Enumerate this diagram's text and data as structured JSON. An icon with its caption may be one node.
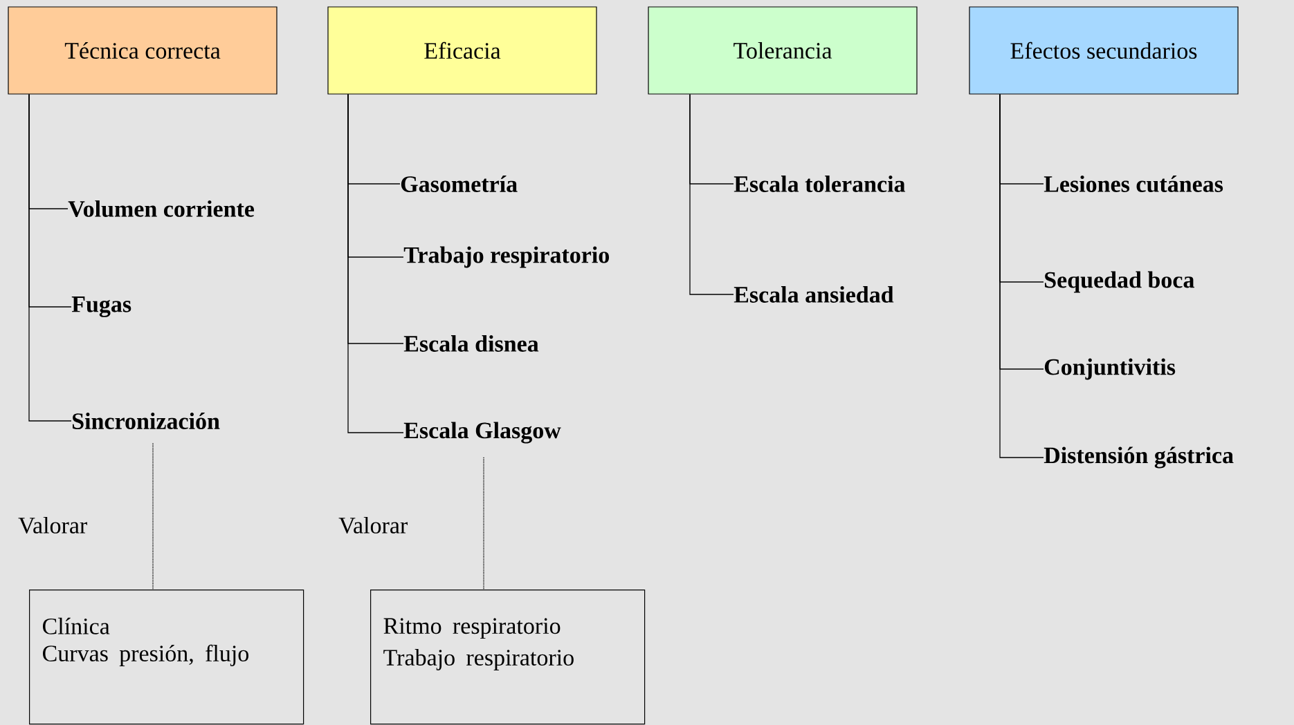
{
  "diagram": {
    "nodes": [
      {
        "text": [
          "Técnica correcta"
        ]
      },
      {
        "text": [
          "Eficacia"
        ]
      },
      {
        "text": [
          "Tolerancia"
        ]
      },
      {
        "text": [
          "Efectos secundarios"
        ]
      },
      {
        "text": [
          "Volumen corriente"
        ]
      },
      {
        "text": [
          "Fugas"
        ]
      },
      {
        "text": [
          "Sincronización"
        ]
      },
      {
        "text": [
          "Gasometría"
        ]
      },
      {
        "text": [
          "Trabajo respiratorio"
        ]
      },
      {
        "text": [
          "Escala disnea"
        ]
      },
      {
        "text": [
          "Escala Glasgow"
        ]
      },
      {
        "text": [
          "Escala tolerancia"
        ]
      },
      {
        "text": [
          "Escala ansiedad"
        ]
      },
      {
        "text": [
          "Lesiones cutáneas"
        ]
      },
      {
        "text": [
          "Sequedad boca"
        ]
      },
      {
        "text": [
          "Conjuntivitis"
        ]
      },
      {
        "text": [
          "Distensión gástrica"
        ]
      },
      {
        "text": [
          "Clínica",
          "Curvas presión, flujo"
        ]
      },
      {
        "text": [
          "Ritmo respiratorio",
          "Trabajo respiratorio"
        ]
      }
    ],
    "edges": [
      {
        "from": 0,
        "to": 4,
        "arrow": "none"
      },
      {
        "from": 0,
        "to": 5,
        "arrow": "none"
      },
      {
        "from": 0,
        "to": 6,
        "arrow": "none"
      },
      {
        "from": 1,
        "to": 7,
        "arrow": "none"
      },
      {
        "from": 1,
        "to": 8,
        "arrow": "none"
      },
      {
        "from": 1,
        "to": 9,
        "arrow": "none"
      },
      {
        "from": 1,
        "to": 10,
        "arrow": "none"
      },
      {
        "from": 2,
        "to": 11,
        "arrow": "none"
      },
      {
        "from": 2,
        "to": 12,
        "arrow": "none"
      },
      {
        "from": 3,
        "to": 13,
        "arrow": "none"
      },
      {
        "from": 3,
        "to": 14,
        "arrow": "none"
      },
      {
        "from": 3,
        "to": 15,
        "arrow": "none"
      },
      {
        "from": 3,
        "to": 16,
        "arrow": "none"
      },
      {
        "from": 6,
        "to": 17,
        "arrow": "none",
        "style": "dashed",
        "label": "Valorar"
      },
      {
        "from": 10,
        "to": 18,
        "arrow": "none",
        "style": "dashed",
        "label": "Valorar"
      }
    ]
  }
}
